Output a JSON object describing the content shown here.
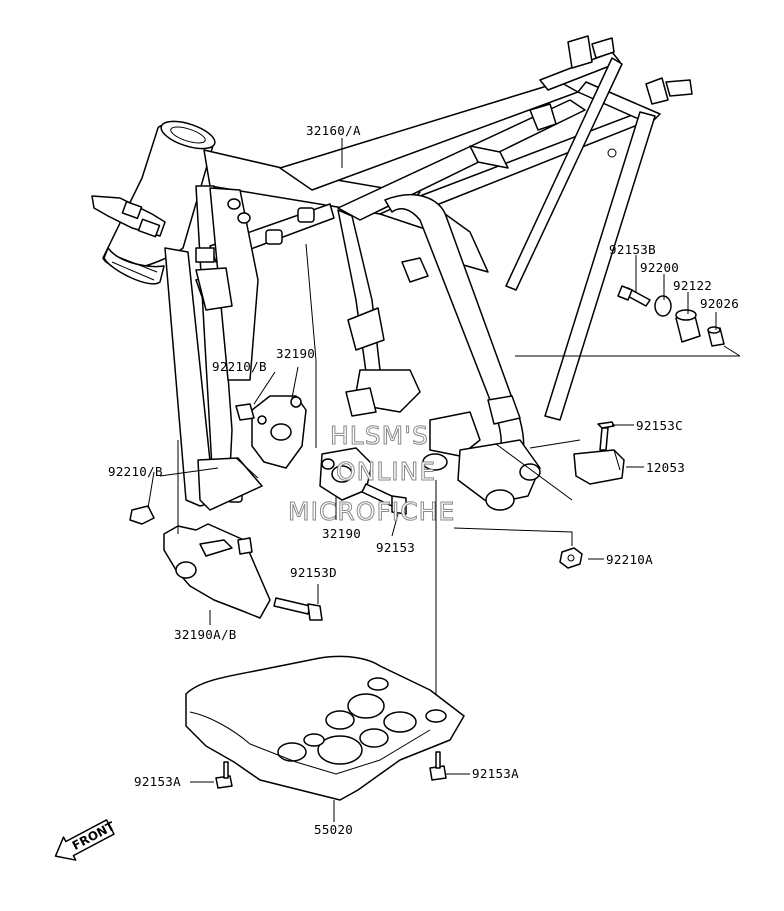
{
  "labels": {
    "frame": "32160/A",
    "p92153B": "92153B",
    "p92200": "92200",
    "p92122": "92122",
    "p92026": "92026",
    "p92210B_upper": "92210/B",
    "p32190_upper": "32190",
    "p92153C": "92153C",
    "p12053": "12053",
    "p92210B_left": "92210/B",
    "p32190_lower": "32190",
    "p92153": "92153",
    "p92153D": "92153D",
    "p92210A": "92210A",
    "p32190AB": "32190A/B",
    "p92153A_left": "92153A",
    "p92153A_right": "92153A",
    "skid": "55020"
  },
  "watermark": {
    "line1": "HLSM'S",
    "line2": "ONLINE",
    "line3": "MICROFICHE"
  },
  "front_arrow": {
    "label": "FRONT"
  }
}
